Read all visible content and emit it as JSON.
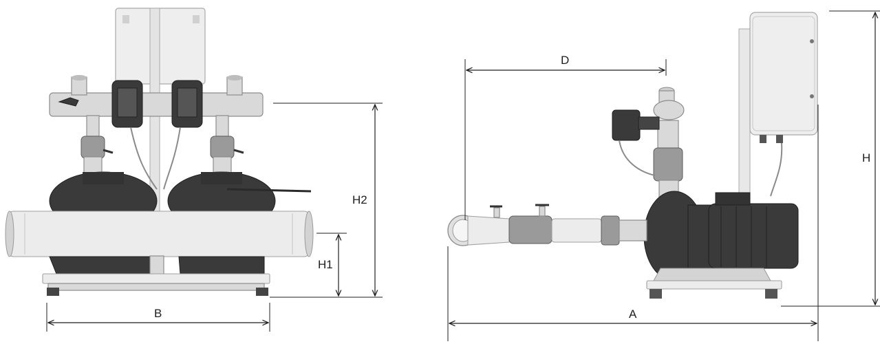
{
  "figure": {
    "front_view": {
      "dimensions": {
        "h1": "H1",
        "h2": "H2",
        "b": "B"
      }
    },
    "side_view": {
      "dimensions": {
        "d": "D",
        "h": "H",
        "a": "A"
      }
    }
  }
}
